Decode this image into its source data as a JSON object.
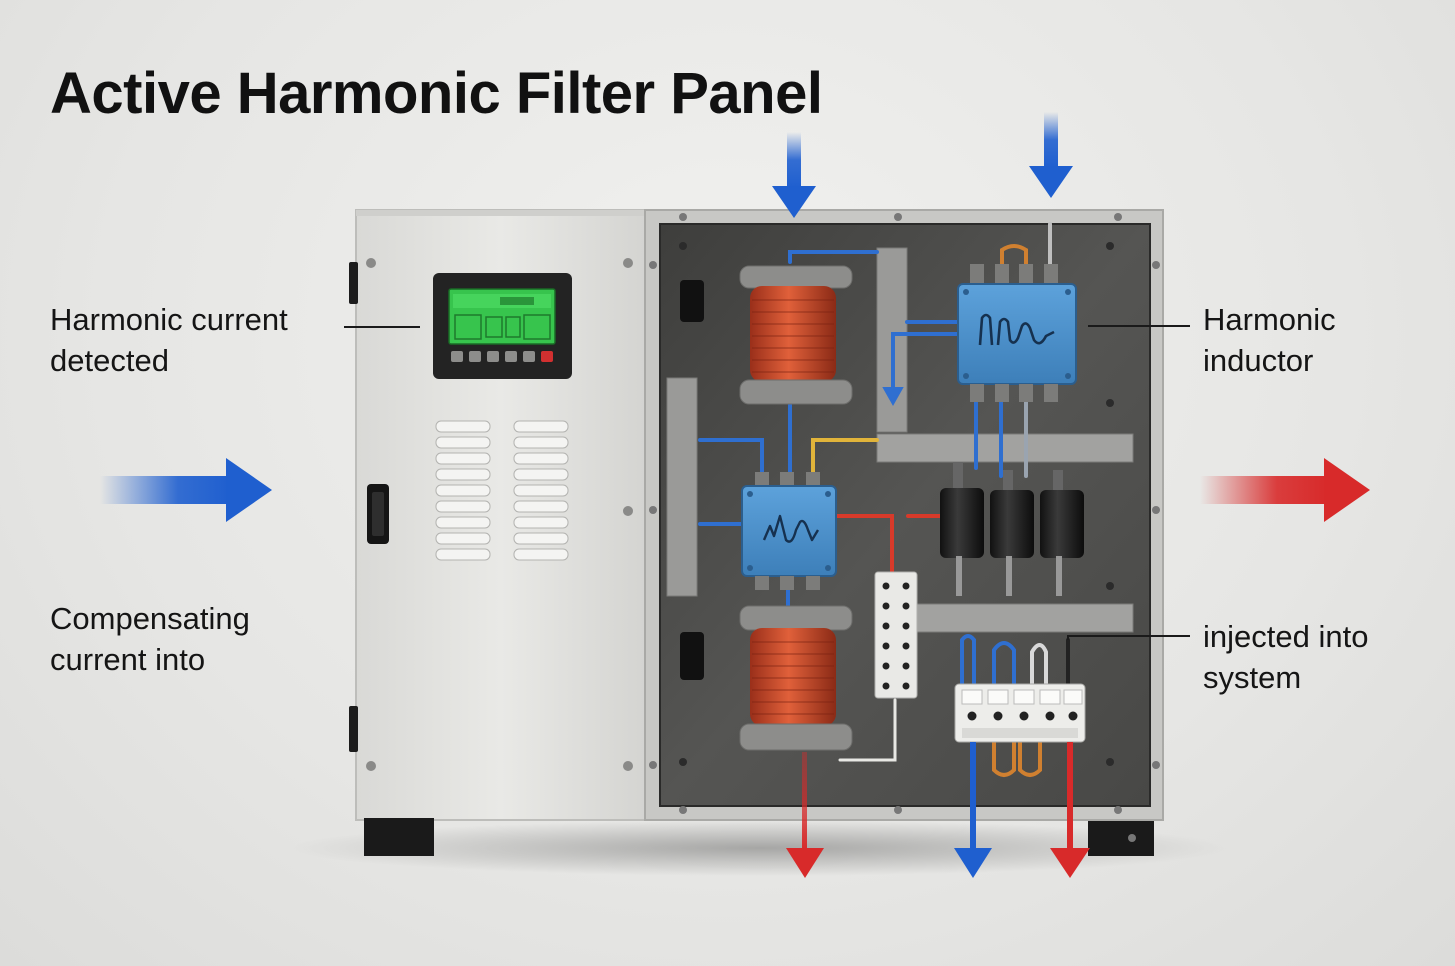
{
  "title": "Active Harmonic Filter Panel",
  "labels": {
    "detected": {
      "line1": "Harmonic current",
      "line2": "detected"
    },
    "inductor": {
      "line1": "Harmonic",
      "line2": "inductor"
    },
    "compensating": {
      "line1": "Compensating",
      "line2": "current into"
    },
    "injected": {
      "line1": "injected into",
      "line2": "system"
    }
  },
  "colors": {
    "flow_in": "#1f5fcf",
    "flow_out": "#d82a2a",
    "cabinet": "#e2e2df",
    "interior": "#4c4c4a",
    "module": "#4a8fc9",
    "coil": "#c94a2c",
    "display": "#37c44d"
  },
  "icons": [
    "harmonic-waveform-icon",
    "arrow-right-icon",
    "arrow-down-icon"
  ]
}
